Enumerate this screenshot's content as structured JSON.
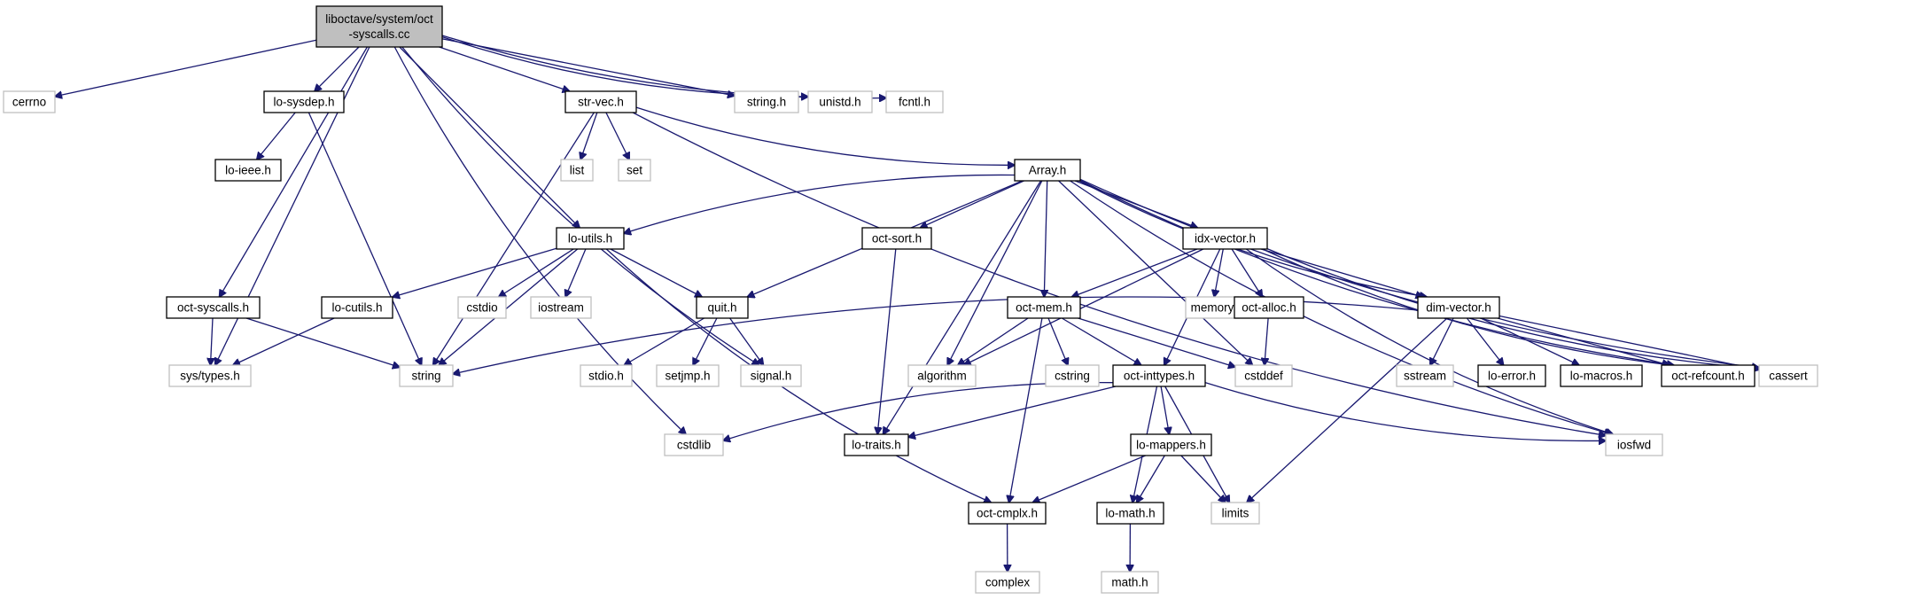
{
  "graph": {
    "title_lines": [
      "liboctave/system/oct",
      "-syscalls.cc"
    ],
    "colors": {
      "edge": "#191970",
      "root_fill": "#bfbfbf",
      "root_border": "#000000",
      "documented_border": "#000000",
      "external_border": "#bfbfbf",
      "external_text": "#000000"
    },
    "nodes": [
      {
        "id": "root",
        "label": "liboctave/system/oct\n-syscalls.cc",
        "kind": "root"
      },
      {
        "id": "cerrno",
        "label": "cerrno",
        "kind": "external"
      },
      {
        "id": "lo-sysdep",
        "label": "lo-sysdep.h",
        "kind": "documented"
      },
      {
        "id": "str-vec",
        "label": "str-vec.h",
        "kind": "documented"
      },
      {
        "id": "string.h",
        "label": "string.h",
        "kind": "external"
      },
      {
        "id": "unistd.h",
        "label": "unistd.h",
        "kind": "external"
      },
      {
        "id": "fcntl.h",
        "label": "fcntl.h",
        "kind": "external"
      },
      {
        "id": "lo-ieee",
        "label": "lo-ieee.h",
        "kind": "documented"
      },
      {
        "id": "list",
        "label": "list",
        "kind": "external"
      },
      {
        "id": "set",
        "label": "set",
        "kind": "external"
      },
      {
        "id": "array",
        "label": "Array.h",
        "kind": "documented"
      },
      {
        "id": "lo-utils",
        "label": "lo-utils.h",
        "kind": "documented"
      },
      {
        "id": "oct-sort",
        "label": "oct-sort.h",
        "kind": "documented"
      },
      {
        "id": "idx-vector",
        "label": "idx-vector.h",
        "kind": "documented"
      },
      {
        "id": "oct-syscalls.h",
        "label": "oct-syscalls.h",
        "kind": "documented"
      },
      {
        "id": "lo-cutils",
        "label": "lo-cutils.h",
        "kind": "documented"
      },
      {
        "id": "cstdio",
        "label": "cstdio",
        "kind": "external"
      },
      {
        "id": "iostream",
        "label": "iostream",
        "kind": "external"
      },
      {
        "id": "quit",
        "label": "quit.h",
        "kind": "documented"
      },
      {
        "id": "oct-mem",
        "label": "oct-mem.h",
        "kind": "documented"
      },
      {
        "id": "memory",
        "label": "memory",
        "kind": "external"
      },
      {
        "id": "oct-alloc",
        "label": "oct-alloc.h",
        "kind": "documented"
      },
      {
        "id": "dim-vector",
        "label": "dim-vector.h",
        "kind": "documented"
      },
      {
        "id": "sys-types",
        "label": "sys/types.h",
        "kind": "external"
      },
      {
        "id": "string",
        "label": "string",
        "kind": "external"
      },
      {
        "id": "stdio.h",
        "label": "stdio.h",
        "kind": "external"
      },
      {
        "id": "setjmp.h",
        "label": "setjmp.h",
        "kind": "external"
      },
      {
        "id": "signal.h",
        "label": "signal.h",
        "kind": "external"
      },
      {
        "id": "algorithm",
        "label": "algorithm",
        "kind": "external"
      },
      {
        "id": "cstring",
        "label": "cstring",
        "kind": "external"
      },
      {
        "id": "oct-inttypes",
        "label": "oct-inttypes.h",
        "kind": "documented"
      },
      {
        "id": "cstddef",
        "label": "cstddef",
        "kind": "external"
      },
      {
        "id": "sstream",
        "label": "sstream",
        "kind": "external"
      },
      {
        "id": "lo-error",
        "label": "lo-error.h",
        "kind": "documented"
      },
      {
        "id": "lo-macros",
        "label": "lo-macros.h",
        "kind": "documented"
      },
      {
        "id": "oct-refcount",
        "label": "oct-refcount.h",
        "kind": "documented"
      },
      {
        "id": "cassert",
        "label": "cassert",
        "kind": "external"
      },
      {
        "id": "cstdlib",
        "label": "cstdlib",
        "kind": "external"
      },
      {
        "id": "lo-traits",
        "label": "lo-traits.h",
        "kind": "documented"
      },
      {
        "id": "lo-mappers",
        "label": "lo-mappers.h",
        "kind": "documented"
      },
      {
        "id": "iosfwd",
        "label": "iosfwd",
        "kind": "external"
      },
      {
        "id": "oct-cmplx",
        "label": "oct-cmplx.h",
        "kind": "documented"
      },
      {
        "id": "lo-math",
        "label": "lo-math.h",
        "kind": "documented"
      },
      {
        "id": "limits",
        "label": "limits",
        "kind": "external"
      },
      {
        "id": "complex",
        "label": "complex",
        "kind": "external"
      },
      {
        "id": "math.h",
        "label": "math.h",
        "kind": "external"
      }
    ],
    "edges": [
      [
        "root",
        "cerrno"
      ],
      [
        "root",
        "lo-sysdep"
      ],
      [
        "root",
        "str-vec"
      ],
      [
        "root",
        "string.h"
      ],
      [
        "root",
        "unistd.h"
      ],
      [
        "root",
        "fcntl.h"
      ],
      [
        "root",
        "sys-types"
      ],
      [
        "root",
        "cstdlib"
      ],
      [
        "root",
        "oct-syscalls.h"
      ],
      [
        "root",
        "lo-utils"
      ],
      [
        "root",
        "signal.h"
      ],
      [
        "lo-sysdep",
        "lo-ieee"
      ],
      [
        "lo-sysdep",
        "string"
      ],
      [
        "str-vec",
        "list"
      ],
      [
        "str-vec",
        "set"
      ],
      [
        "str-vec",
        "array"
      ],
      [
        "str-vec",
        "string"
      ],
      [
        "str-vec",
        "iosfwd"
      ],
      [
        "array",
        "lo-utils"
      ],
      [
        "array",
        "oct-sort"
      ],
      [
        "array",
        "idx-vector"
      ],
      [
        "array",
        "algorithm"
      ],
      [
        "array",
        "oct-mem"
      ],
      [
        "array",
        "quit"
      ],
      [
        "array",
        "lo-traits"
      ],
      [
        "array",
        "dim-vector"
      ],
      [
        "array",
        "cstddef"
      ],
      [
        "array",
        "oct-refcount"
      ],
      [
        "array",
        "cassert"
      ],
      [
        "array",
        "iosfwd"
      ],
      [
        "lo-utils",
        "lo-cutils"
      ],
      [
        "lo-utils",
        "cstdio"
      ],
      [
        "lo-utils",
        "iostream"
      ],
      [
        "lo-utils",
        "quit"
      ],
      [
        "lo-utils",
        "string"
      ],
      [
        "lo-utils",
        "oct-cmplx"
      ],
      [
        "oct-syscalls.h",
        "sys-types"
      ],
      [
        "oct-syscalls.h",
        "string"
      ],
      [
        "lo-cutils",
        "sys-types"
      ],
      [
        "quit",
        "stdio.h"
      ],
      [
        "quit",
        "setjmp.h"
      ],
      [
        "quit",
        "signal.h"
      ],
      [
        "oct-sort",
        "lo-traits"
      ],
      [
        "idx-vector",
        "algorithm"
      ],
      [
        "idx-vector",
        "oct-mem"
      ],
      [
        "idx-vector",
        "memory"
      ],
      [
        "idx-vector",
        "oct-alloc"
      ],
      [
        "idx-vector",
        "dim-vector"
      ],
      [
        "idx-vector",
        "oct-inttypes"
      ],
      [
        "idx-vector",
        "oct-refcount"
      ],
      [
        "idx-vector",
        "cassert"
      ],
      [
        "idx-vector",
        "iosfwd"
      ],
      [
        "oct-mem",
        "algorithm"
      ],
      [
        "oct-mem",
        "cstring"
      ],
      [
        "oct-mem",
        "oct-inttypes"
      ],
      [
        "oct-mem",
        "cstddef"
      ],
      [
        "oct-mem",
        "oct-cmplx"
      ],
      [
        "oct-alloc",
        "cstddef"
      ],
      [
        "dim-vector",
        "string"
      ],
      [
        "dim-vector",
        "sstream"
      ],
      [
        "dim-vector",
        "lo-error"
      ],
      [
        "dim-vector",
        "lo-macros"
      ],
      [
        "dim-vector",
        "oct-refcount"
      ],
      [
        "dim-vector",
        "cassert"
      ],
      [
        "dim-vector",
        "limits"
      ],
      [
        "oct-inttypes",
        "cstdlib"
      ],
      [
        "oct-inttypes",
        "lo-traits"
      ],
      [
        "oct-inttypes",
        "lo-mappers"
      ],
      [
        "oct-inttypes",
        "lo-math"
      ],
      [
        "oct-inttypes",
        "limits"
      ],
      [
        "oct-inttypes",
        "iosfwd"
      ],
      [
        "lo-mappers",
        "oct-cmplx"
      ],
      [
        "lo-mappers",
        "lo-math"
      ],
      [
        "lo-mappers",
        "limits"
      ],
      [
        "oct-cmplx",
        "complex"
      ],
      [
        "lo-math",
        "math.h"
      ]
    ]
  }
}
